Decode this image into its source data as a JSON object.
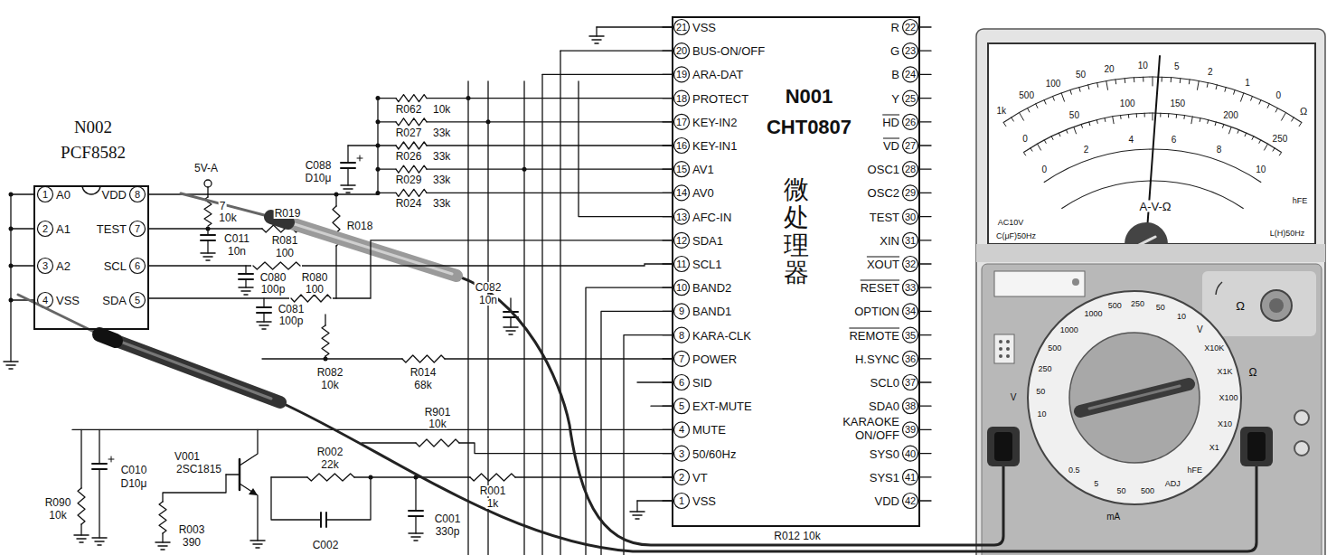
{
  "diagram": {
    "nodes": [
      {
        "text": [
          "N002 PCF8582"
        ]
      },
      {
        "text": [
          "N001 CHT0807",
          "微处理器"
        ]
      }
    ],
    "edges": [
      {
        "from": 0,
        "to": 1,
        "arrow": "none"
      },
      {
        "from": 0,
        "to": 1,
        "arrow": "none"
      }
    ],
    "labels": [
      "1",
      "A0",
      "2",
      "A1",
      "3",
      "A2",
      "4",
      "VSS",
      "8",
      "VDD",
      "7",
      "TEST",
      "6",
      "SCL",
      "5",
      "SDA",
      "21",
      "VSS",
      "20",
      "BUS-ON/OFF",
      "19",
      "ARA-DAT",
      "18",
      "PROTECT",
      "17",
      "KEY-IN2",
      "16",
      "KEY-IN1",
      "15",
      "AV1",
      "14",
      "AV0",
      "13",
      "AFC-IN",
      "12",
      "SDA1",
      "11",
      "SCL1",
      "10",
      "BAND2",
      "9",
      "BAND1",
      "8",
      "KARA-CLK",
      "7",
      "POWER",
      "6",
      "SID",
      "5",
      "EXT-MUTE",
      "4",
      "MUTE",
      "3",
      "50/60Hz",
      "2",
      "VT",
      "1",
      "VSS",
      "22",
      "R",
      "23",
      "G",
      "24",
      "B",
      "25",
      "Y",
      "26",
      "HD",
      "27",
      "VD",
      "28",
      "OSC1",
      "29",
      "OSC2",
      "30",
      "TEST",
      "31",
      "XIN",
      "32",
      "XOUT",
      "33",
      "RESET",
      "34",
      "OPTION",
      "35",
      "REMOTE",
      "36",
      "H.SYNC",
      "37",
      "SCL0",
      "38",
      "SDA0",
      "39",
      "KARAOKE ON/OFF",
      "40",
      "SYS0",
      "41",
      "SYS1",
      "42",
      "VDD",
      "R062",
      "10k",
      "R027",
      "33k",
      "R026",
      "33k",
      "R029",
      "33k",
      "R024",
      "33k",
      "C088",
      "D10μ",
      "5V-A",
      "7",
      "10k",
      "R019",
      "R018",
      "C011",
      "10n",
      "R081",
      "100",
      "C080",
      "100p",
      "R080",
      "100",
      "C081",
      "100p",
      "C082",
      "10n",
      "R082",
      "10k",
      "R014",
      "68k",
      "R901",
      "10k",
      "C010",
      "D10μ",
      "V001",
      "2SC1815",
      "R002",
      "22k",
      "R001",
      "1k",
      "C001",
      "330p",
      "C002",
      "R090",
      "10k",
      "R003",
      "390",
      "R012 10k",
      "1k",
      "500",
      "100",
      "50",
      "20",
      "10",
      "5",
      "2",
      "1",
      "0",
      "Ω",
      "0",
      "50",
      "100",
      "150",
      "200",
      "250",
      "0",
      "2",
      "4",
      "6",
      "8",
      "10",
      "AC10V",
      "C(μF)50Hz",
      "A-V-Ω",
      "hFE",
      "L(H)50Hz",
      "1000",
      "500",
      "250",
      "50",
      "10",
      "V",
      "X10K",
      "X1K",
      "X100",
      "X10",
      "X1",
      "Ω",
      "Ω",
      "hFE",
      "ADJ",
      "500",
      "50",
      "5",
      "0.5",
      "mA",
      "1000",
      "500",
      "250",
      "50",
      "10",
      "V"
    ]
  }
}
